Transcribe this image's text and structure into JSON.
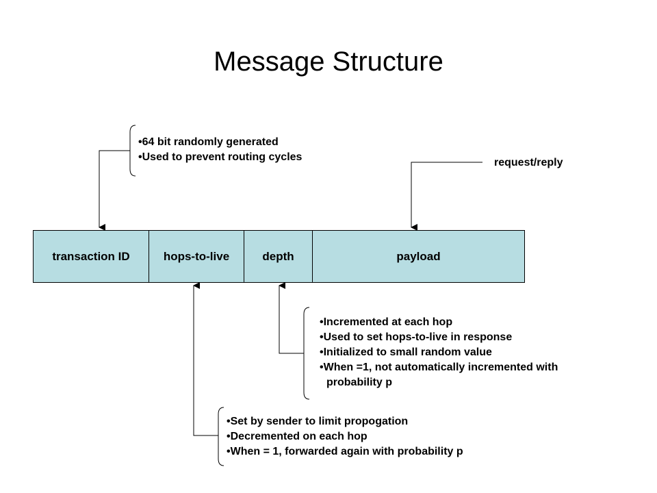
{
  "title": "Message Structure",
  "fields": [
    "transaction ID",
    "hops-to-live",
    "depth",
    "payload"
  ],
  "notes": {
    "transaction_id": [
      "64 bit randomly generated",
      "Used to prevent routing cycles"
    ],
    "payload": "request/reply",
    "depth": [
      "Incremented at each hop",
      "Used to set hops-to-live in response",
      "Initialized to small random value",
      "When =1, not automatically incremented with",
      "probability p"
    ],
    "hops_to_live": [
      "Set by sender to limit propogation",
      "Decremented on each hop",
      "When = 1, forwarded again with probability p"
    ]
  }
}
